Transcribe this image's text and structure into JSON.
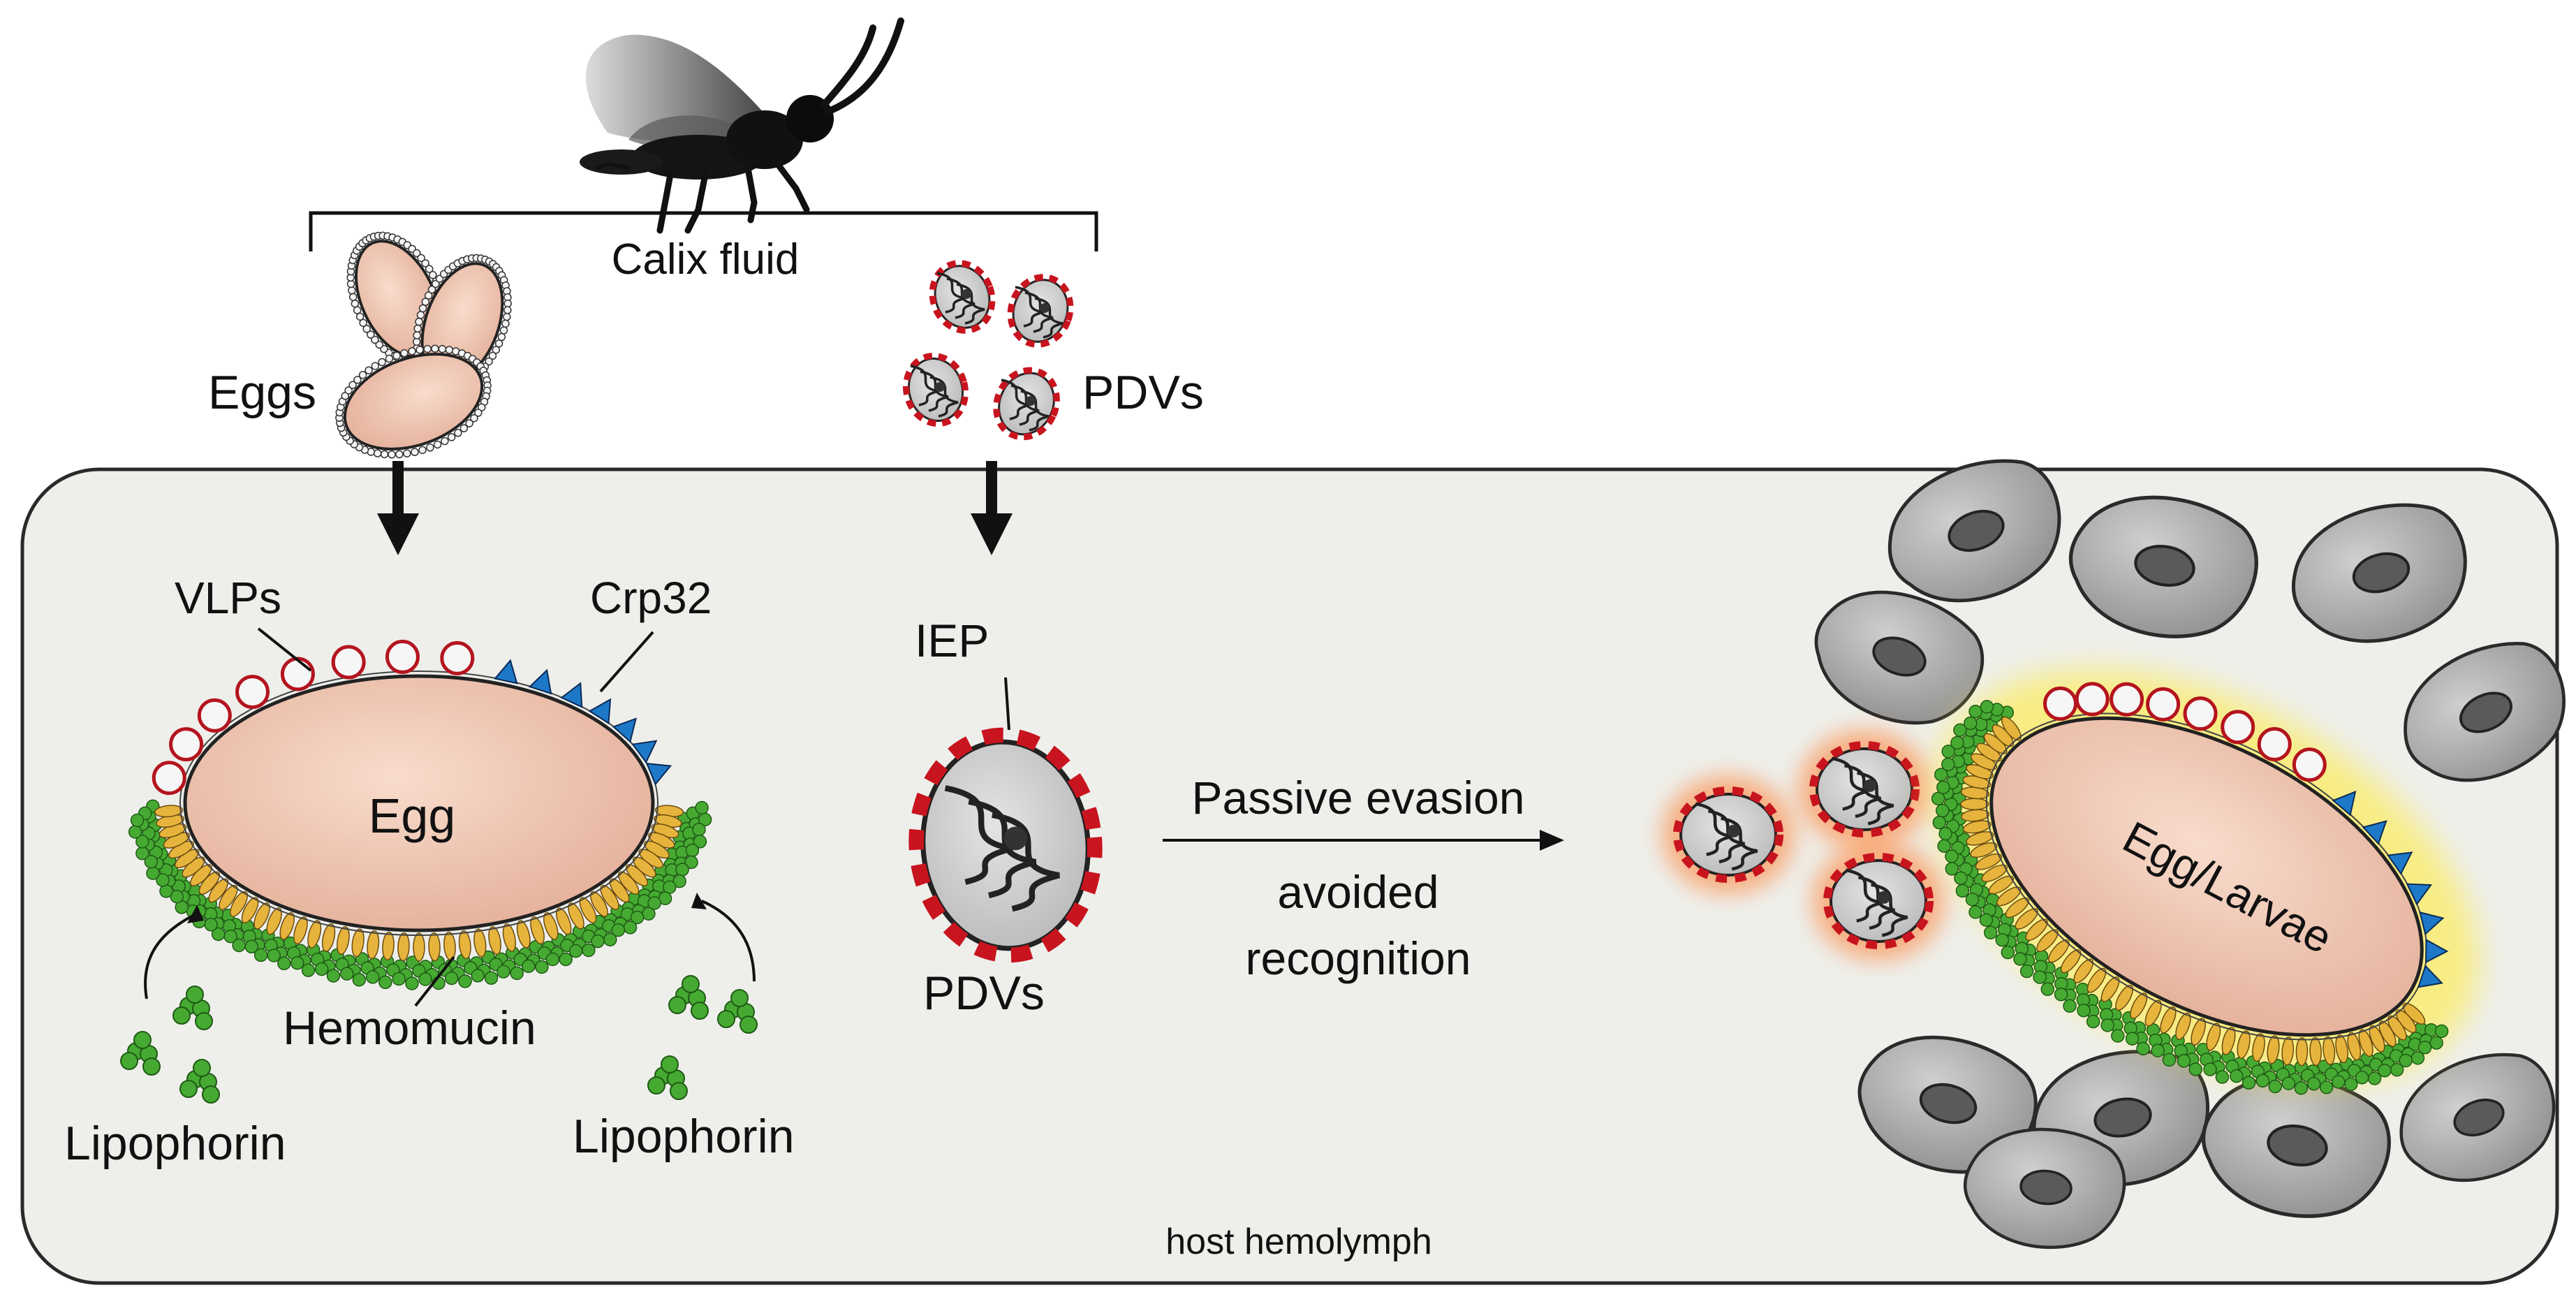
{
  "labels": {
    "calix_fluid": "Calix fluid",
    "eggs": "Eggs",
    "pdvs_top": "PDVs",
    "vlps": "VLPs",
    "crp32": "Crp32",
    "egg": "Egg",
    "hemomucin": "Hemomucin",
    "lipophorin_left": "Lipophorin",
    "lipophorin_right": "Lipophorin",
    "iep": "IEP",
    "pdvs_inner": "PDVs",
    "passive_evasion": "Passive evasion",
    "avoided": "avoided",
    "recognition": "recognition",
    "egg_larvae": "Egg/Larvae",
    "host_hemolymph": "host hemolymph"
  },
  "colors": {
    "panel_fill": "#eeefeb",
    "egg_fill": "#f0c8b4",
    "vlp_ring": "#b4141e",
    "crp32_triangle": "#1e78c8",
    "hemomucin": "#e6b43c",
    "lipophorin": "#46aa32",
    "pdv_dash": "#c8141e",
    "hemocyte": "#a6a6a6",
    "halo_yellow": "#ffeb3c",
    "halo_orange": "#ff7828"
  }
}
